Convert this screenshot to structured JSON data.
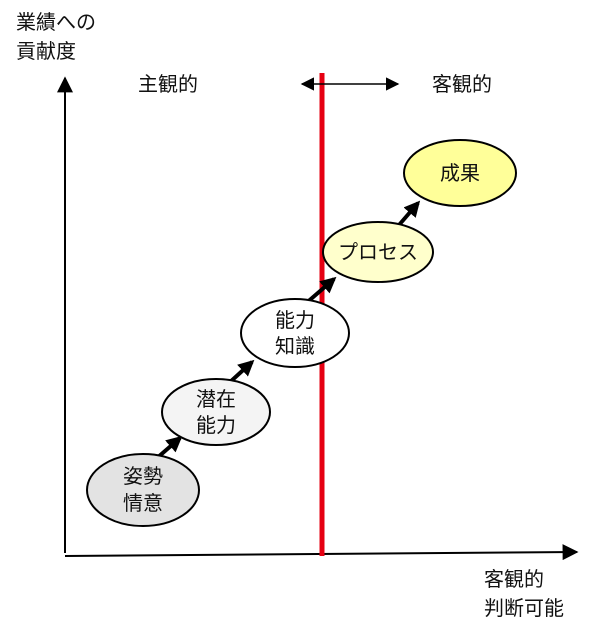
{
  "y_axis_label": [
    "業績への",
    "貢献度"
  ],
  "x_axis_label": [
    "客観的",
    "判断可能"
  ],
  "subjective_label": "主観的",
  "objective_label": "客観的",
  "colors": {
    "axis": "#000000",
    "divider": "#e60012",
    "arrow": "#000000",
    "outline": "#000000"
  },
  "nodes": [
    {
      "lines": [
        "姿勢",
        "情意"
      ],
      "fill": "#e3e3e3"
    },
    {
      "lines": [
        "潜在",
        "能力"
      ],
      "fill": "#f4f4f4"
    },
    {
      "lines": [
        "能力",
        "知識"
      ],
      "fill": "#ffffff"
    },
    {
      "lines": [
        "プロセス"
      ],
      "fill": "#ffffcc"
    },
    {
      "lines": [
        "成果"
      ],
      "fill": "#ffff99"
    }
  ]
}
